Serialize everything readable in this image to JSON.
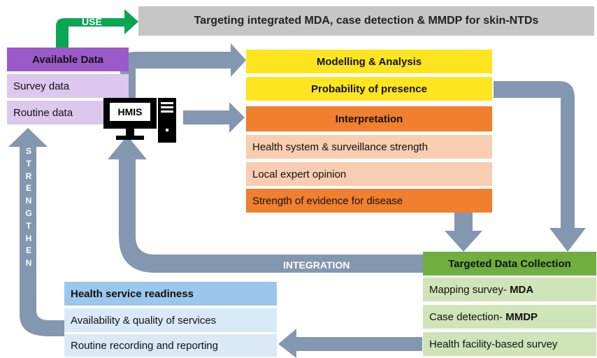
{
  "banner": "Targeting integrated MDA, case detection & MMDP for skin-NTDs",
  "labels": {
    "use": "USE",
    "integration": "INTEGRATION",
    "strengthen": "STRENGTHEN",
    "hmis": "HMIS"
  },
  "available_data": {
    "title": "Available Data",
    "items": [
      "Survey data",
      "Routine data"
    ]
  },
  "modelling": {
    "title": "Modelling & Analysis",
    "probability": "Probability of presence"
  },
  "interpretation": {
    "title": "Interpretation",
    "items": [
      "Health system & surveillance strength",
      "Local expert opinion"
    ],
    "strength": "Strength of evidence for disease"
  },
  "targeted": {
    "title": "Targeted Data Collection",
    "mapping": {
      "prefix": "Mapping survey- ",
      "bold": "MDA"
    },
    "case": {
      "prefix": "Case detection- ",
      "bold": "MMDP"
    },
    "facility": "Health facility-based survey"
  },
  "readiness": {
    "title": "Health service readiness",
    "items": [
      "Availability & quality of services",
      "Routine recording and reporting"
    ]
  },
  "colors": {
    "arrow": "#8497b0",
    "use_arrow": "#0aa653"
  }
}
